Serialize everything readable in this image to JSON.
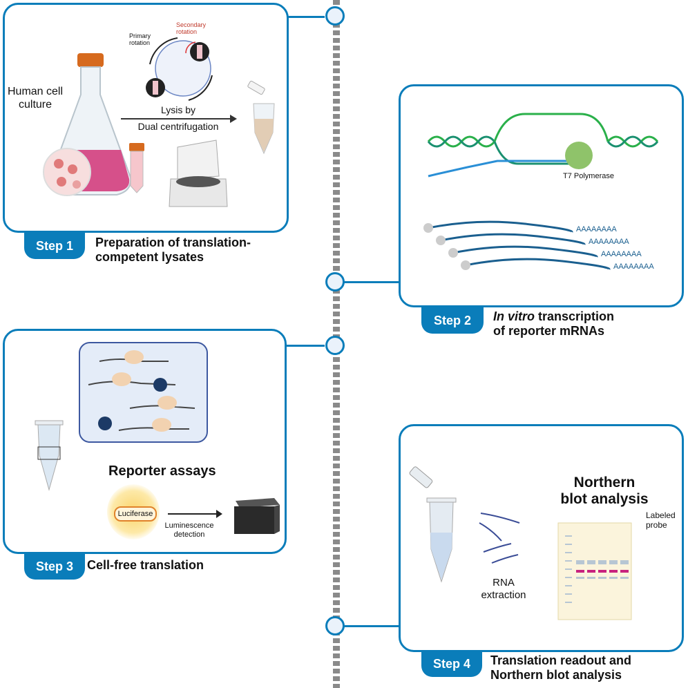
{
  "timeline": {
    "nodes": 4
  },
  "step1": {
    "tab": "Step 1",
    "caption_line1": "Preparation of translation-",
    "caption_line2": "competent lysates",
    "human_cell_line1": "Human cell",
    "human_cell_line2": "culture",
    "primary_line1": "Primary",
    "primary_line2": "rotation",
    "secondary_line1": "Secondary",
    "secondary_line2": "rotation",
    "lysis_line1": "Lysis by",
    "lysis_line2": "Dual centrifugation"
  },
  "step2": {
    "tab": "Step 2",
    "caption_italic": "In vitro",
    "caption_rest": " transcription",
    "caption_line2": "of reporter mRNAs",
    "polymerase": "T7 Polymerase",
    "polyA": [
      "AAAAAAAA",
      "AAAAAAAA",
      "AAAAAAAA",
      "AAAAAAAA"
    ]
  },
  "step3": {
    "tab": "Step 3",
    "caption": "Cell-free translation",
    "reporter_title": "Reporter assays",
    "luciferase": "Luciferase",
    "lum_line1": "Luminescence",
    "lum_line2": "detection"
  },
  "step4": {
    "tab": "Step 4",
    "caption_line1": "Translation readout and",
    "caption_line2": "Northern blot analysis",
    "title_line1": "Northern",
    "title_line2": "blot analysis",
    "rna_line1": "RNA",
    "rna_line2": "extraction",
    "probe_line1": "Labeled",
    "probe_line2": "probe"
  },
  "colors": {
    "accent": "#0a7dba",
    "node_fill": "#eaf2fb",
    "timeline": "#8a8a8a",
    "probe": "#c8237e"
  }
}
